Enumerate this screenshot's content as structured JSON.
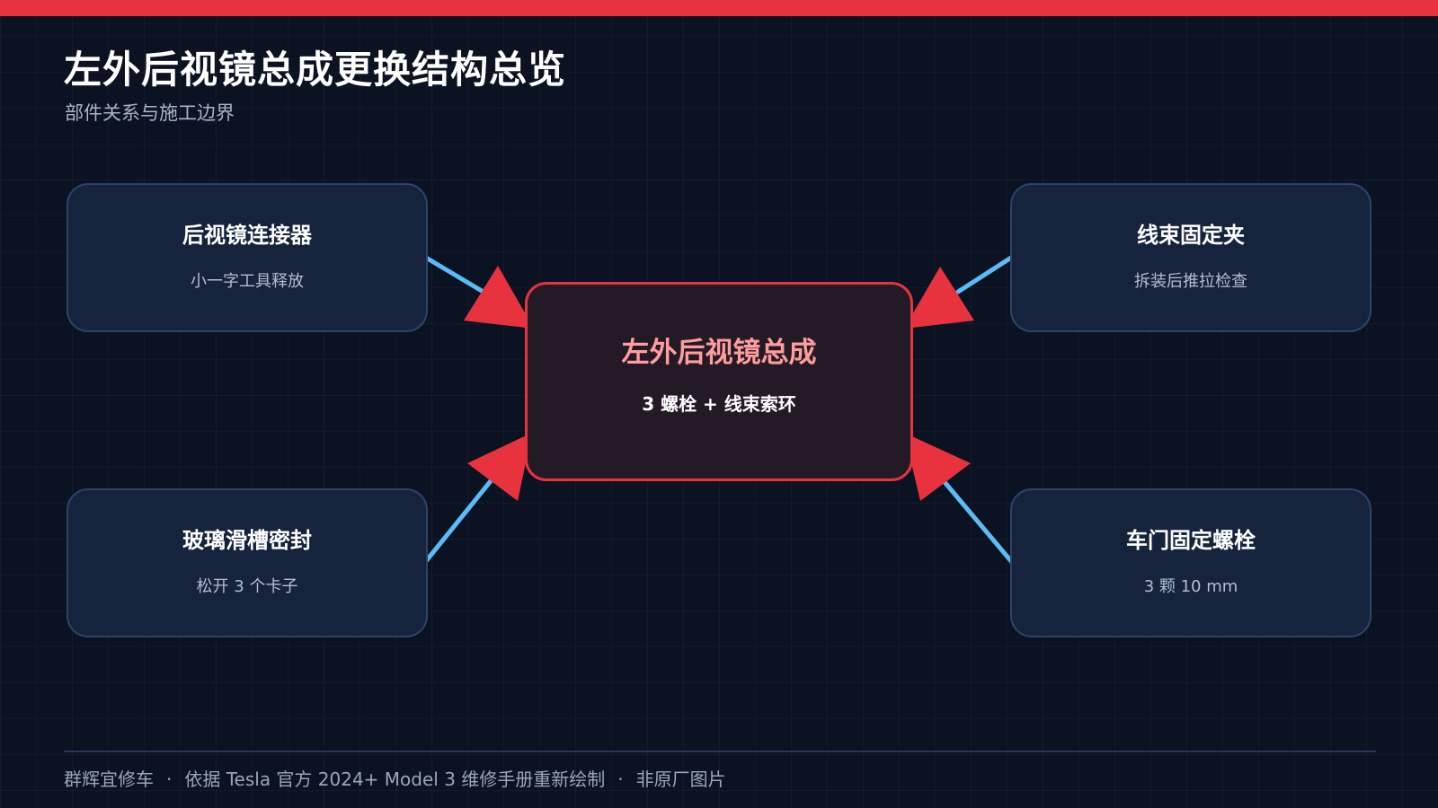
{
  "header": {
    "title": "左外后视镜总成更换结构总览",
    "subtitle": "部件关系与施工边界"
  },
  "center": {
    "title": "左外后视镜总成",
    "detail": "3 螺栓 + 线束索环"
  },
  "nodes": {
    "top_left": {
      "title": "后视镜连接器",
      "detail": "小一字工具释放"
    },
    "top_right": {
      "title": "线束固定夹",
      "detail": "拆装后推拉检查"
    },
    "bottom_left": {
      "title": "玻璃滑槽密封",
      "detail": "松开 3 个卡子"
    },
    "bottom_right": {
      "title": "车门固定螺栓",
      "detail": "3 颗 10 mm"
    }
  },
  "footer": {
    "brand": "群辉宜修车",
    "source": "依据 Tesla 官方 2024+ Model 3 维修手册重新绘制",
    "note": "非原厂图片",
    "separator": "·"
  },
  "colors": {
    "accent": "#e8333f",
    "connector": "#5bbcf5",
    "background": "#0b1222",
    "node_fill": "#16233d",
    "node_border": "#2c4468",
    "center_fill": "#241a26",
    "center_title": "#ff9c9c"
  }
}
